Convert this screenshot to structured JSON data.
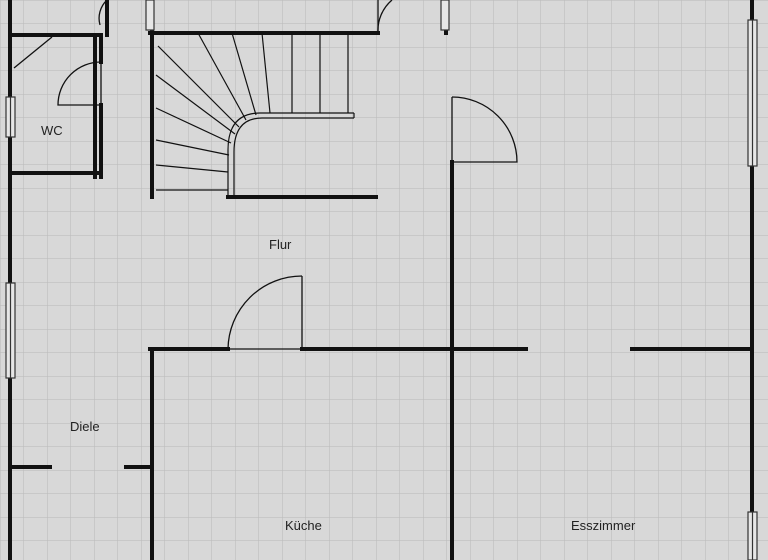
{
  "floor_plan": {
    "rooms": {
      "wc": "WC",
      "flur": "Flur",
      "diele": "Diele",
      "kueche": "Küche",
      "esszimmer": "Esszimmer"
    }
  }
}
